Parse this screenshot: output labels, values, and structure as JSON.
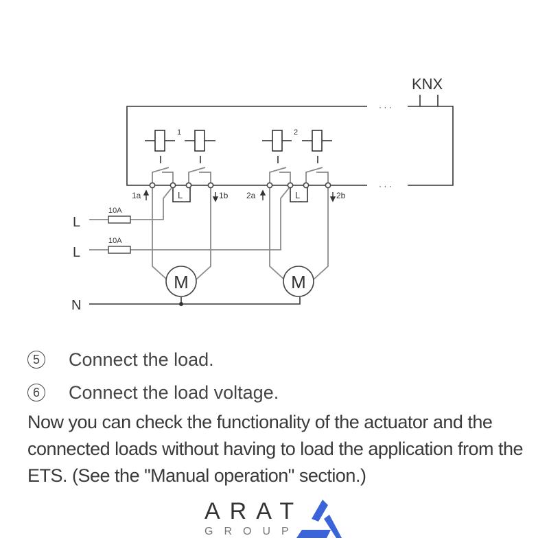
{
  "diagram": {
    "bus_label": "KNX",
    "channel_labels": [
      "1",
      "2"
    ],
    "terminal_labels": [
      "1a",
      "1b",
      "2a",
      "2b"
    ],
    "relay_tap_label": "L",
    "line_labels": [
      "L",
      "L",
      "N"
    ],
    "fuse_ratings": [
      "10A",
      "10A"
    ],
    "motor_symbol": "M",
    "ellipsis": "· · ·"
  },
  "steps": [
    {
      "number": "5",
      "text": "Connect the load."
    },
    {
      "number": "6",
      "text": "Connect the load voltage."
    }
  ],
  "paragraph": "Now you can check the functionality of the actuator and the connected loads without having to load the application from the ETS. (See the \"Manual operation\" section.)",
  "logo": {
    "main": "ARAT",
    "sub": "GROUP",
    "accent_color": "#3b64d8"
  }
}
